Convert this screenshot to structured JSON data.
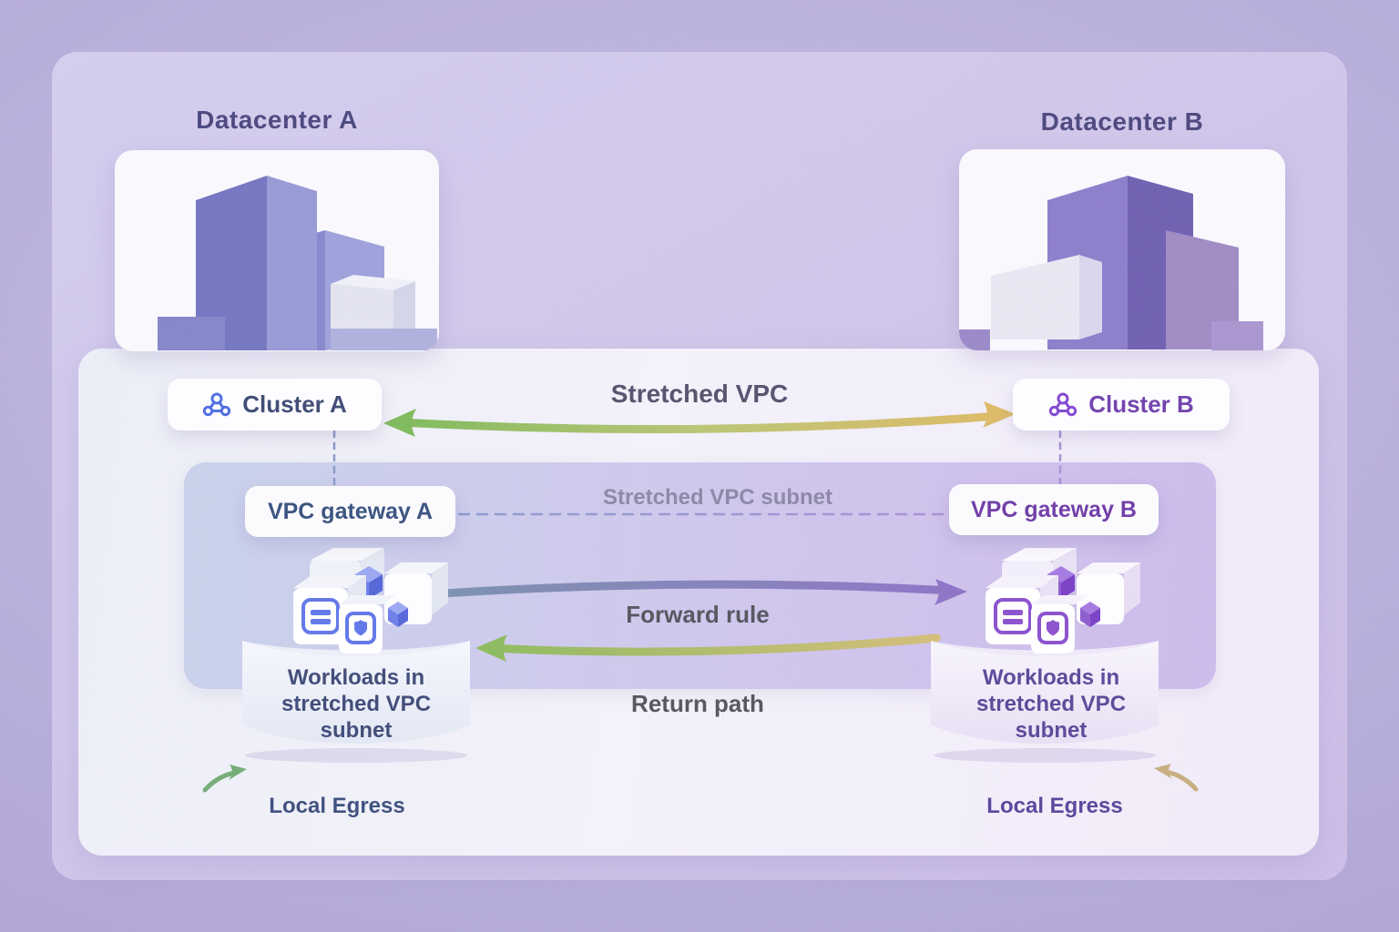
{
  "diagram": {
    "datacenter_a": {
      "title": "Datacenter A"
    },
    "datacenter_b": {
      "title": "Datacenter B"
    },
    "cluster_a": {
      "label": "Cluster A"
    },
    "cluster_b": {
      "label": "Cluster B"
    },
    "stretched_vpc": {
      "label": "Stretched VPC"
    },
    "subnet": {
      "label": "Stretched VPC subnet"
    },
    "gateway_a": {
      "label": "VPC gateway A"
    },
    "gateway_b": {
      "label": "VPC gateway B"
    },
    "workloads_a": {
      "label": "Workloads in stretched VPC subnet"
    },
    "workloads_b": {
      "label": "Workloads in stretched VPC subnet"
    },
    "flows": {
      "forward_rule": "Forward rule",
      "return_path": "Return path",
      "local_egress_a": "Local Egress",
      "local_egress_b": "Local Egress"
    }
  },
  "colors": {
    "cluster_a_accent": "#4f6ce0",
    "cluster_b_accent": "#8247d0",
    "workload_icon_a": "#6077e8",
    "workload_icon_b": "#8a50ce",
    "arrow_green": "#7eb95b",
    "arrow_yellow": "#dcb966",
    "arrow_blue_gray": "#7b90ae",
    "arrow_purple": "#8d73c6",
    "return_green": "#8cba5e",
    "return_tan": "#d3bc78",
    "egress_green": "#74ab76",
    "egress_tan": "#c5ad80",
    "dash_blue": "#8a9ace",
    "dash_purple": "#a98fd6"
  }
}
